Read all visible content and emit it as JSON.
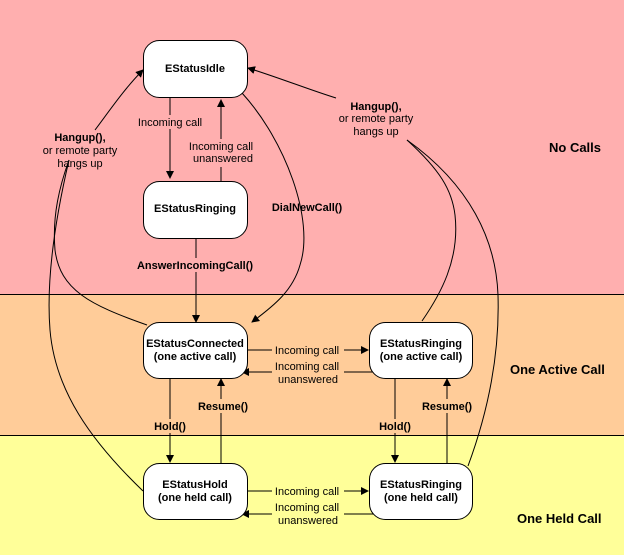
{
  "colors": {
    "no_calls_band": "#FFAFAF",
    "one_active_band": "#FFCC99",
    "one_held_band": "#FFFF99",
    "node_fill": "#FFFFFF",
    "line": "#000000"
  },
  "bands": {
    "no_calls": "No Calls",
    "one_active": "One Active Call",
    "one_held": "One Held Call"
  },
  "nodes": {
    "idle": {
      "line1": "EStatusIdle"
    },
    "ringing": {
      "line1": "EStatusRinging"
    },
    "connected": {
      "line1": "EStatusConnected",
      "line2": "(one active call)"
    },
    "ringing_active": {
      "line1": "EStatusRinging",
      "line2": "(one active call)"
    },
    "hold": {
      "line1": "EStatusHold",
      "line2": "(one held call)"
    },
    "ringing_held": {
      "line1": "EStatusRinging",
      "line2": "(one held call)"
    }
  },
  "labels": {
    "incoming_call": "Incoming call",
    "incoming_unanswered_1": "Incoming call",
    "incoming_unanswered_2": "unanswered",
    "answer": "AnswerIncomingCall()",
    "dial": "DialNewCall()",
    "hangup_bold": "Hangup(),",
    "hangup_2": "or remote party",
    "hangup_3": "hangs up",
    "hold": "Hold()",
    "resume": "Resume()"
  }
}
